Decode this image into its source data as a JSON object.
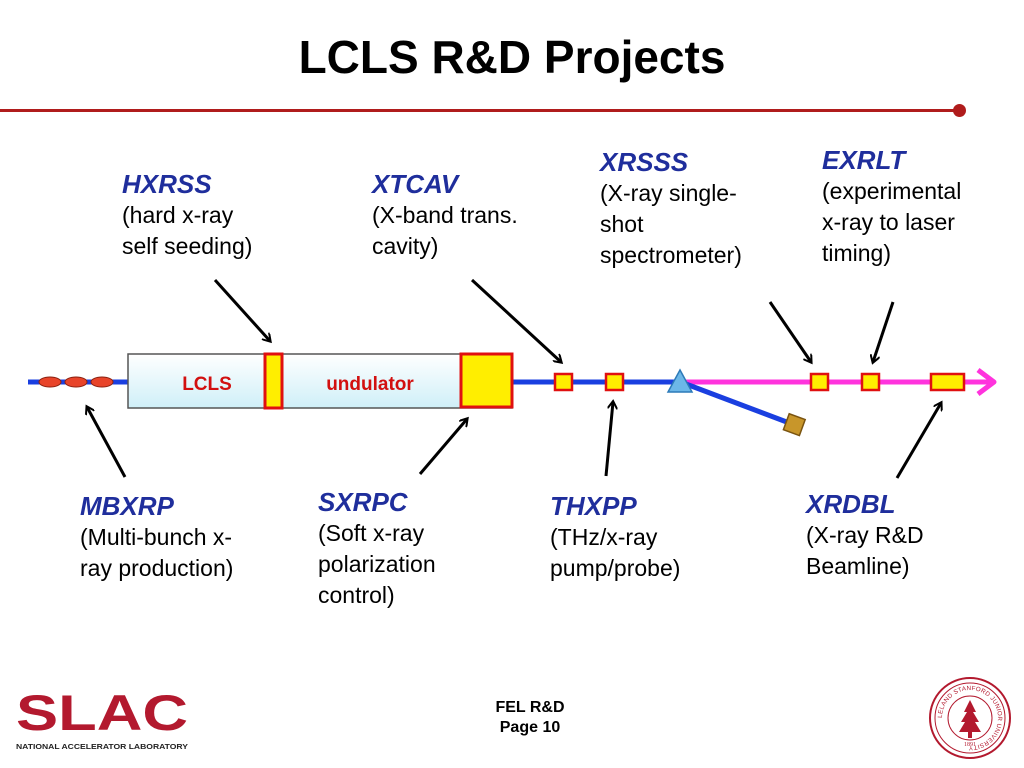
{
  "title": "LCLS R&D Projects",
  "undulator": {
    "left_label": "LCLS",
    "right_label": "undulator"
  },
  "projects": [
    {
      "id": "hxrss",
      "name": "HXRSS",
      "desc": "(hard x-ray\nself seeding)"
    },
    {
      "id": "xtcav",
      "name": "XTCAV",
      "desc": "(X-band trans.\ncavity)"
    },
    {
      "id": "xrsss",
      "name": "XRSSS",
      "desc": "(X-ray single-\nshot\nspectrometer)"
    },
    {
      "id": "exrlt",
      "name": "EXRLT",
      "desc": "(experimental\nx-ray to laser\ntiming)"
    },
    {
      "id": "mbxrp",
      "name": "MBXRP",
      "desc": "(Multi-bunch x-\nray production)"
    },
    {
      "id": "sxrpc",
      "name": "SXRPC",
      "desc": "(Soft x-ray\npolarization\ncontrol)"
    },
    {
      "id": "thxpp",
      "name": "THXPP",
      "desc": "(THz/x-ray\npump/probe)"
    },
    {
      "id": "xrdbl",
      "name": "XRDBL",
      "desc": "(X-ray R&D\nBeamline)"
    }
  ],
  "footer": {
    "line1": "FEL R&D",
    "line2": "Page 10"
  },
  "logo": {
    "name": "SLAC",
    "subtitle": "NATIONAL ACCELERATOR LABORATORY"
  },
  "seal": {
    "text": "LELAND STANFORD JUNIOR UNIVERSITY",
    "year": "1891"
  },
  "colors": {
    "accent_red": "#b01c1c",
    "label_blue": "#1f2e9c",
    "beam_blue": "#1a3fe0",
    "xray_magenta": "#ff33dd",
    "component_yellow": "#ffee00",
    "component_red": "#e01010",
    "slac_red": "#b3192e"
  }
}
